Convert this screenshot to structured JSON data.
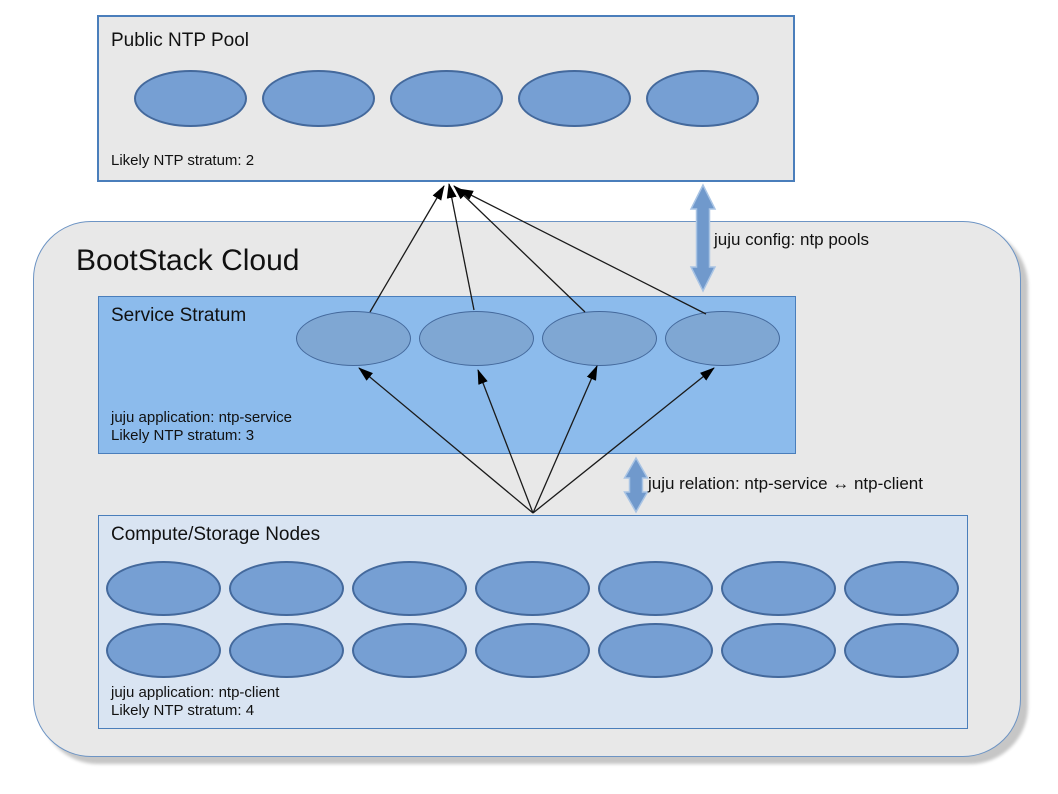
{
  "pool": {
    "title": "Public NTP Pool",
    "stratum_note": "Likely NTP stratum: 2",
    "server_count": 5
  },
  "cloud": {
    "title": "BootStack Cloud"
  },
  "service": {
    "title": "Service Stratum",
    "app_note": "juju application: ntp-service",
    "stratum_note": "Likely NTP stratum: 3",
    "unit_count": 4
  },
  "compute": {
    "title": "Compute/Storage Nodes",
    "app_note": "juju application: ntp-client",
    "stratum_note": "Likely NTP stratum: 4",
    "row1_count": 7,
    "row2_count": 7
  },
  "labels": {
    "config": "juju config: ntp pools",
    "relation": "juju relation: ntp-service ↔ ntp-client"
  },
  "colors": {
    "box-gray": "#e8e8e8",
    "border-blue": "#4a7ebb",
    "cloud-border": "#6d94c4",
    "service-blue": "#8cbbec",
    "compute-blue": "#d9e4f2",
    "ellipse-blue": "#769fd3",
    "service-ellipse-blue": "#7fa7d3",
    "ellipse-border": "#44699c",
    "arrow-blue": "#7099cc",
    "arrow-blue-border": "#a9c4e4",
    "shadow-gray": "#c6c6c6",
    "text": "#111111"
  }
}
